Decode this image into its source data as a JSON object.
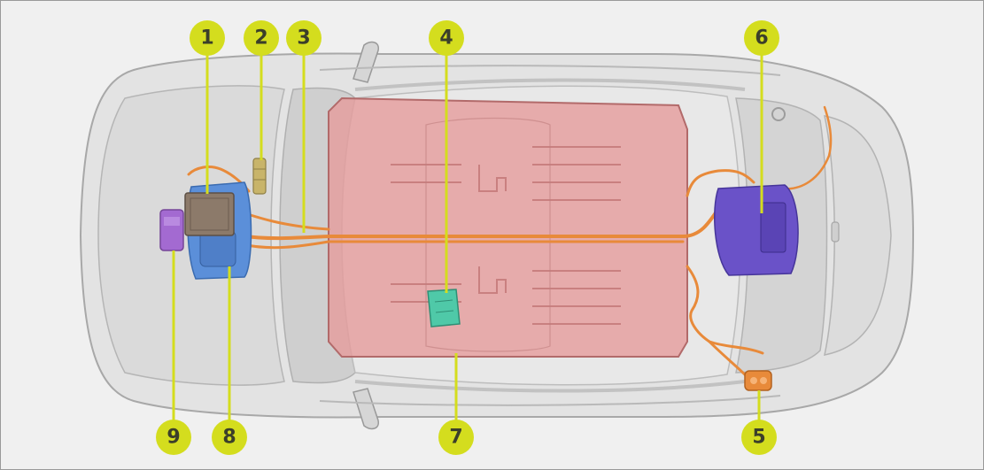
{
  "callouts": [
    {
      "id": "1",
      "label": "1"
    },
    {
      "id": "2",
      "label": "2"
    },
    {
      "id": "3",
      "label": "3"
    },
    {
      "id": "4",
      "label": "4"
    },
    {
      "id": "5",
      "label": "5"
    },
    {
      "id": "6",
      "label": "6"
    },
    {
      "id": "7",
      "label": "7"
    },
    {
      "id": "8",
      "label": "8"
    },
    {
      "id": "9",
      "label": "9"
    }
  ],
  "colors": {
    "background": "#f0f0f0",
    "callout_fill": "#d4dd1e",
    "callout_text": "#3b3f2a",
    "battery_pack": "#e69a9a",
    "front_motor": "#5b8fd9",
    "rear_motor": "#6a52c8",
    "power_electronics": "#8c7a6a",
    "charger_module": "#4fc9a8",
    "junction_box": "#a36ad1",
    "hv_cabling": "#e88a3a",
    "fuse_box": "#c8b46a",
    "car_body": "#e2e2e2"
  },
  "icons": {
    "component_1": "power-electronics-icon",
    "component_2": "fuse-box-icon",
    "component_3": "hv-cable-icon",
    "component_4": "charger-module-icon",
    "component_5": "charging-port-icon",
    "component_6": "rear-motor-icon",
    "component_7": "battery-pack-icon",
    "component_8": "front-motor-icon",
    "component_9": "junction-box-icon"
  }
}
